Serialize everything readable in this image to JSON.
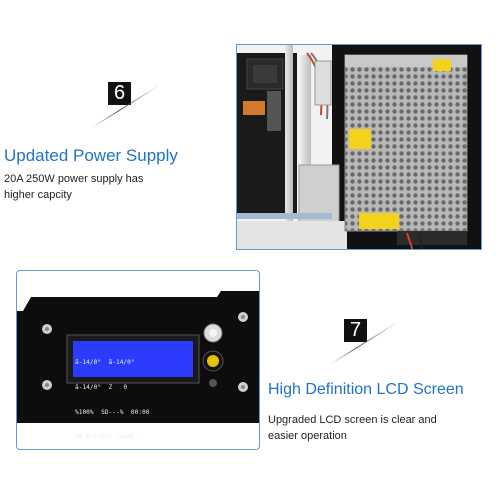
{
  "section6": {
    "number": "6",
    "title": "Updated Power Supply",
    "desc_line1": "20A 250W power supply has",
    "desc_line2": "higher capcity"
  },
  "section7": {
    "number": "7",
    "title": "High Definition LCD Screen",
    "desc_line1": "Upgraded LCD screen is clear and",
    "desc_line2": "easier operation"
  },
  "colors": {
    "title_blue": "#1e73c8",
    "frame_border": "#5a9bd8",
    "lcd_blue": "#2b3cff"
  },
  "lcd": {
    "line1": "ã-14/0°  ã-14/0°",
    "line2": "ä-14/0°  Z   0",
    "line3": "%100%  SD---%  00:00",
    "line4": "3D Printer ready."
  }
}
